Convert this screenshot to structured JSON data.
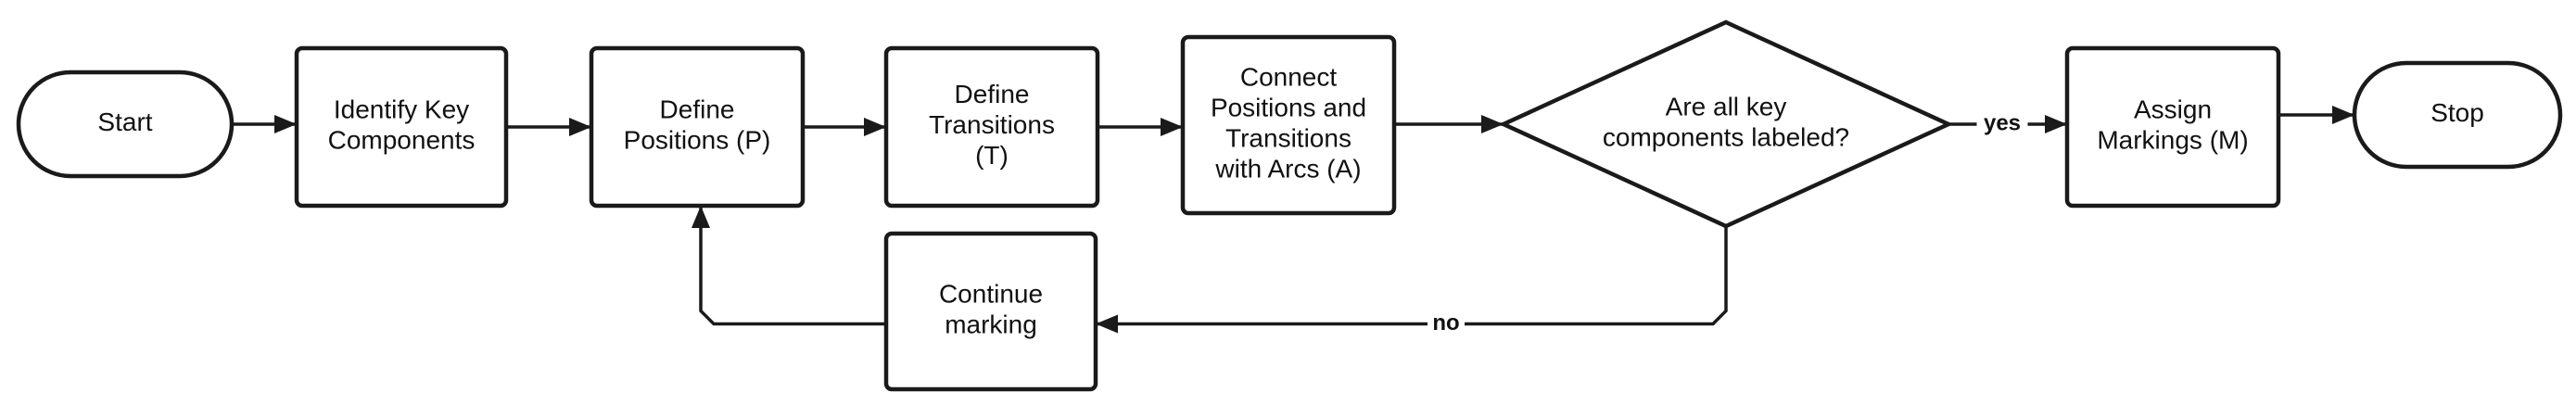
{
  "diagram": {
    "nodes": [
      {
        "id": "start",
        "shape": "terminal",
        "lines": [
          "Start"
        ]
      },
      {
        "id": "identify",
        "shape": "process",
        "lines": [
          "Identify Key",
          "Components"
        ]
      },
      {
        "id": "positions",
        "shape": "process",
        "lines": [
          "Define",
          "Positions (P)"
        ]
      },
      {
        "id": "transitions",
        "shape": "process",
        "lines": [
          "Define",
          "Transitions",
          "(T)"
        ]
      },
      {
        "id": "connect",
        "shape": "process",
        "lines": [
          "Connect",
          "Positions and",
          "Transitions",
          "with Arcs (A)"
        ]
      },
      {
        "id": "decision",
        "shape": "decision",
        "lines": [
          "Are all key",
          "components labeled?"
        ]
      },
      {
        "id": "markings",
        "shape": "process",
        "lines": [
          "Assign",
          "Markings (M)"
        ]
      },
      {
        "id": "stop",
        "shape": "terminal",
        "lines": [
          "Stop"
        ]
      },
      {
        "id": "continue",
        "shape": "process",
        "lines": [
          "Continue",
          "marking"
        ]
      }
    ],
    "edges": [
      {
        "from": "start",
        "to": "identify",
        "label": ""
      },
      {
        "from": "identify",
        "to": "positions",
        "label": ""
      },
      {
        "from": "positions",
        "to": "transitions",
        "label": ""
      },
      {
        "from": "transitions",
        "to": "connect",
        "label": ""
      },
      {
        "from": "connect",
        "to": "decision",
        "label": ""
      },
      {
        "from": "decision",
        "to": "markings",
        "label": "yes"
      },
      {
        "from": "markings",
        "to": "stop",
        "label": ""
      },
      {
        "from": "decision",
        "to": "continue",
        "label": "no"
      },
      {
        "from": "continue",
        "to": "positions",
        "label": ""
      }
    ]
  }
}
